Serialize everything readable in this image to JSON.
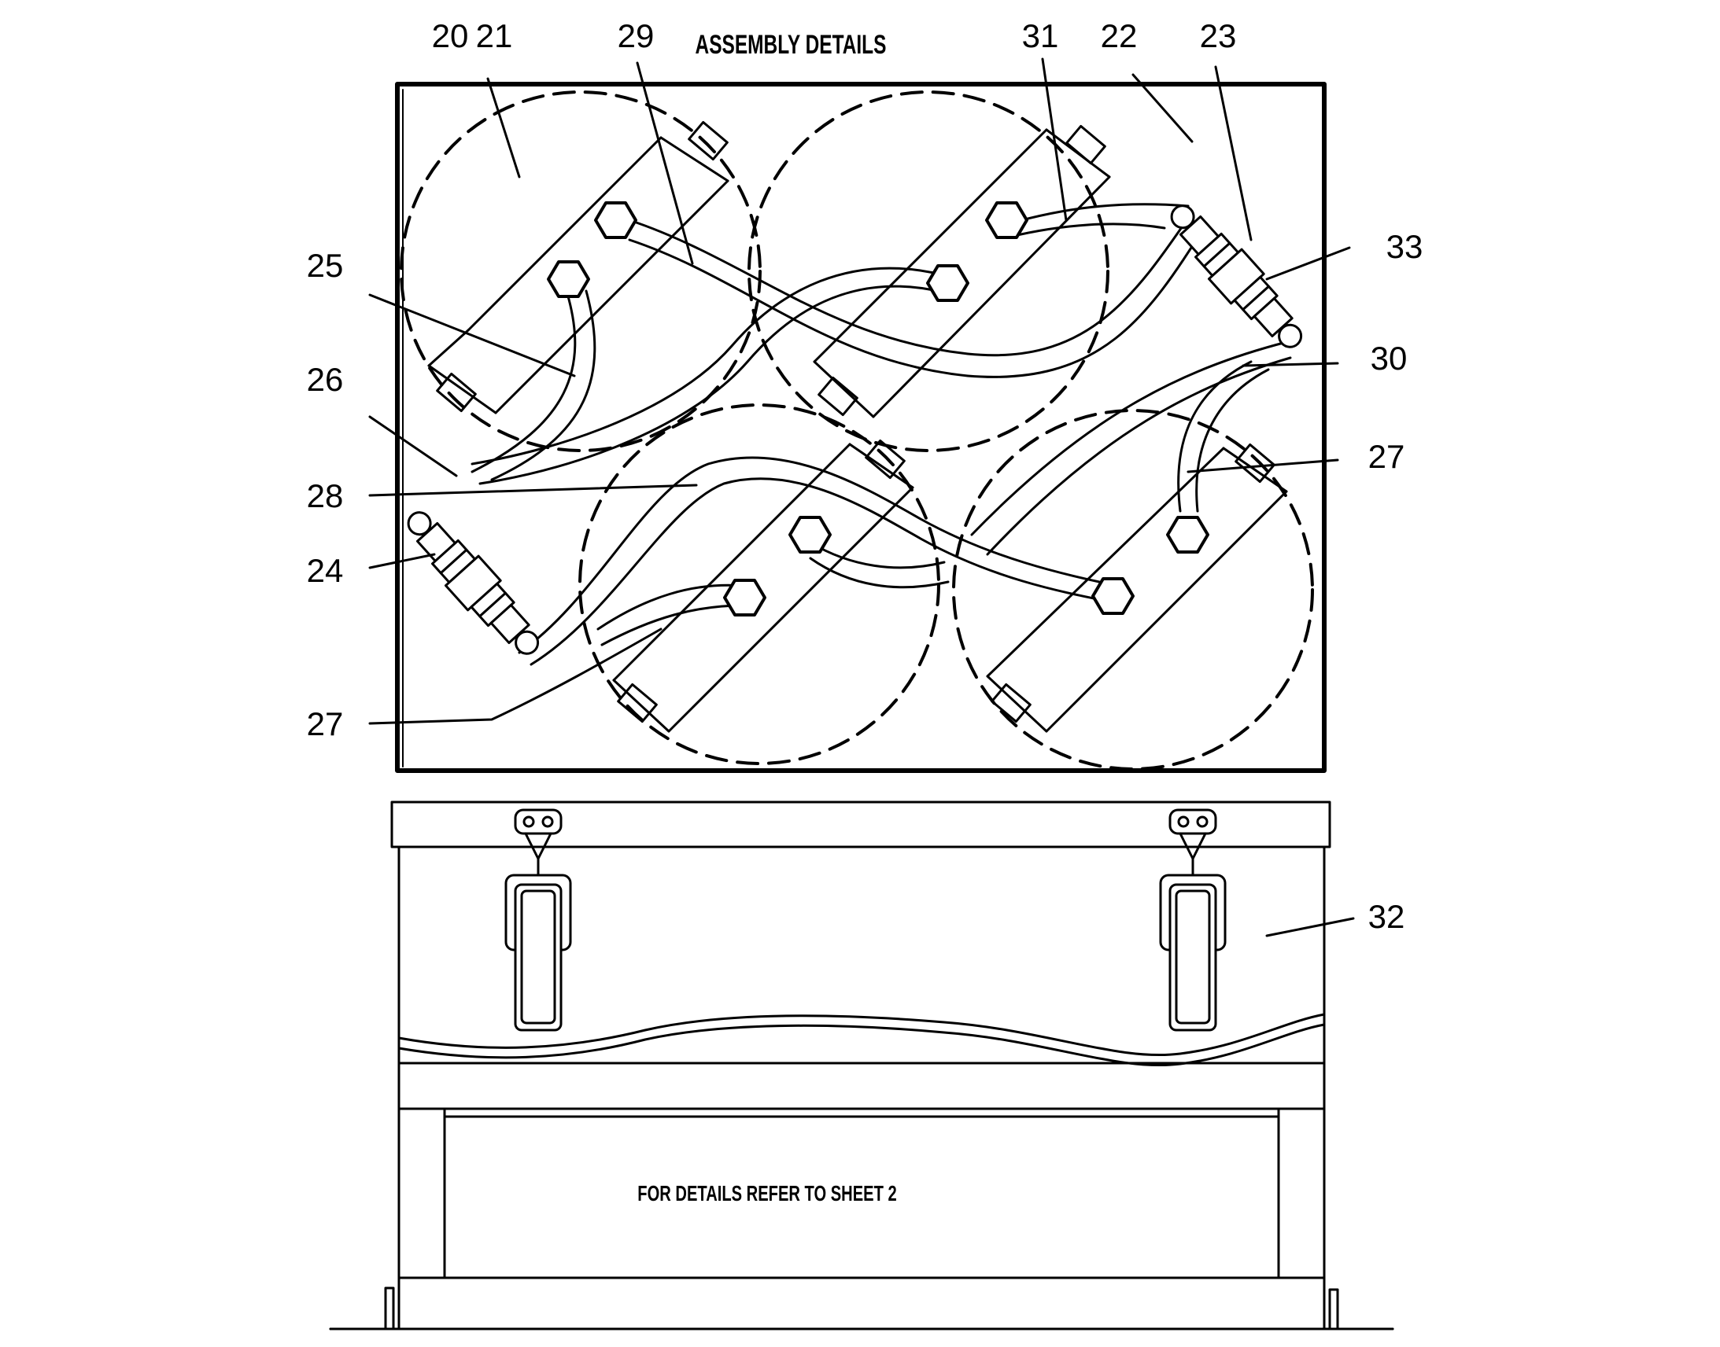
{
  "title": "ASSEMBLY DETAILS",
  "note": "FOR DETAILS REFER TO SHEET 2",
  "labels": {
    "l20": "20",
    "l21": "21",
    "l29": "29",
    "l31": "31",
    "l22": "22",
    "l23": "23",
    "l33": "33",
    "l25": "25",
    "l30": "30",
    "l26": "26",
    "l27a": "27",
    "l28": "28",
    "l24": "24",
    "l27b": "27",
    "l32": "32"
  }
}
